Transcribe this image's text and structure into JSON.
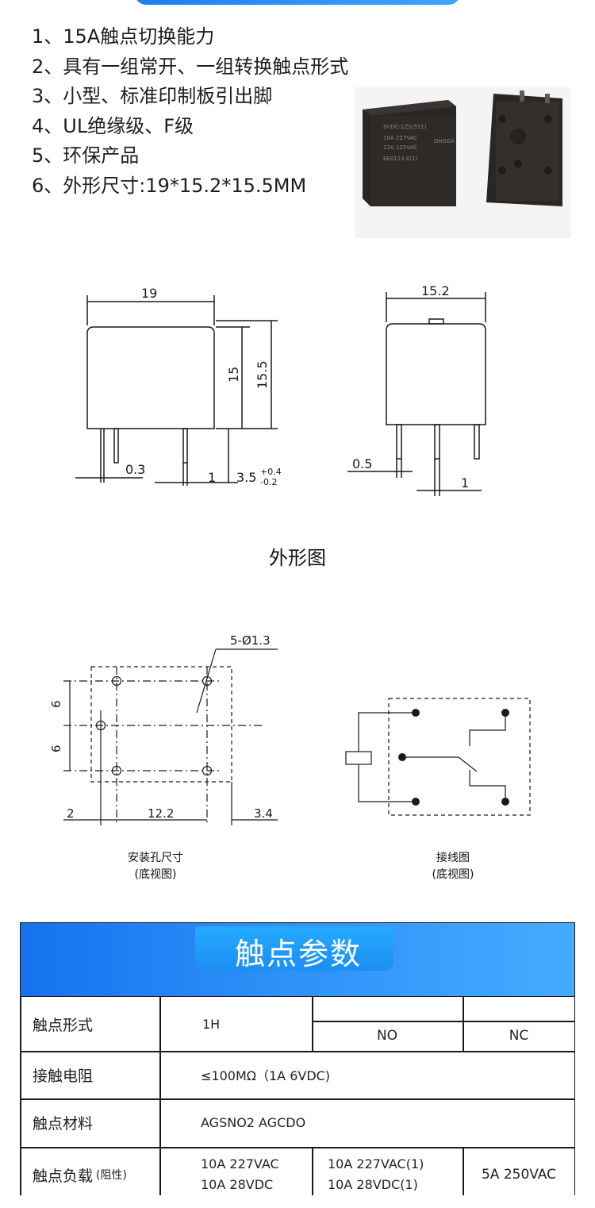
{
  "features": [
    "1、15A触点切换能力",
    "2、具有一组常开、一组转换触点形式",
    "3、小型、标准印制板引出脚",
    "4、UL绝缘级、F级",
    "5、环保产品",
    "6、外形尺寸:19*15.2*15.5MM"
  ],
  "product_photo": {
    "marking_lines": [
      "9VDC-1ZS(551)",
      "10A 227VAC",
      "12A 125VAC",
      "DHGDA",
      "EE0113 E(1)"
    ],
    "icon": "relay-photo"
  },
  "outline": {
    "caption": "外形图",
    "front": {
      "width": "19",
      "body_height": "15",
      "total_height": "15.5",
      "pin": "0.3",
      "pin_gap": "1",
      "pin_len": "3.5",
      "tol_up": "+0.4",
      "tol_down": "-0.2"
    },
    "side": {
      "width": "15.2",
      "pin": "0.5",
      "pin_gap": "1"
    }
  },
  "hole_layout": {
    "hole_label": "5-Ø1.3",
    "dims_v": [
      "6",
      "6"
    ],
    "dims_h": [
      "2",
      "12.2",
      "3.4"
    ],
    "caption_line1": "安装孔尺寸",
    "caption_line2": "(底视图)"
  },
  "wiring": {
    "caption_line1": "接线图",
    "caption_line2": "(底视图)"
  },
  "table": {
    "title": "触点参数",
    "rows": [
      {
        "label": "触点形式",
        "values": [
          "1H",
          "NO",
          "NC"
        ]
      },
      {
        "label": "接触电阻",
        "values": [
          "≤100MΩ（1A 6VDC)"
        ]
      },
      {
        "label": "触点材料",
        "values": [
          "AGSNO2 AGCDO"
        ]
      },
      {
        "label": "触点负载",
        "label_note": "(阻性)",
        "values": [
          "10A 227VAC",
          "10A 28VDC",
          "10A 227VAC(1)",
          "10A 28VDC(1)",
          "5A 250VAC"
        ]
      }
    ]
  },
  "colors": {
    "banner_blue": "#1f7df0",
    "table_blue": "#2b8cf7",
    "line": "#1a1a1a"
  }
}
